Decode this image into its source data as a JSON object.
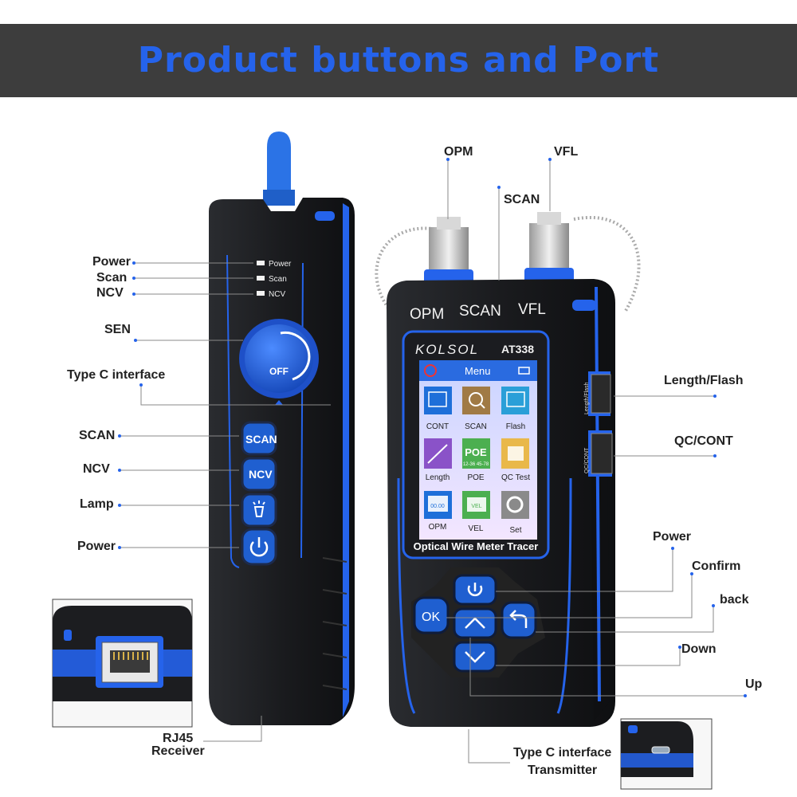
{
  "title": "Product buttons and Port",
  "receiver": {
    "leds": [
      "Power",
      "Scan",
      "NCV"
    ],
    "dial_label": "OFF",
    "buttons": {
      "scan": "SCAN",
      "ncv": "NCV"
    },
    "callouts": {
      "power_led": "Power",
      "scan_led": "Scan",
      "ncv_led": "NCV",
      "sen": "SEN",
      "type_c": "Type C interface",
      "scan_btn": "SCAN",
      "ncv_btn": "NCV",
      "lamp": "Lamp",
      "power_btn": "Power",
      "rj45_line1": "RJ45",
      "rj45_line2": "Receiver"
    }
  },
  "transmitter": {
    "top_ports": {
      "opm": "OPM",
      "scan": "SCAN",
      "vfl": "VFL"
    },
    "brand": "KOLSOL",
    "model": "AT338",
    "screen": {
      "title": "Menu",
      "apps": [
        {
          "label": "CONT",
          "icon": "cable-test-icon",
          "color": "#1e6fd9"
        },
        {
          "label": "SCAN",
          "icon": "search-icon",
          "color": "#a07a45"
        },
        {
          "label": "Flash",
          "icon": "port-flash-icon",
          "color": "#2a9fd8"
        },
        {
          "label": "Length",
          "icon": "ruler-icon",
          "color": "#8a52c8"
        },
        {
          "label": "POE",
          "icon": "poe-icon",
          "color": "#4caf50",
          "sub": "12-36  45-78"
        },
        {
          "label": "QC Test",
          "icon": "rj45-icon",
          "color": "#e9b84a"
        },
        {
          "label": "OPM",
          "icon": "power-meter-icon",
          "color": "#1e6fd9"
        },
        {
          "label": "VEL",
          "icon": "vfl-icon",
          "color": "#4caf50"
        },
        {
          "label": "Set",
          "icon": "gear-icon",
          "color": "#8a8a8a"
        }
      ],
      "poe_title": "POE",
      "opm_screen": "00.00",
      "vel_screen": "VEL"
    },
    "tagline": "Optical Wire Meter Tracer",
    "side_port_labels": [
      "Length/Flash",
      "QC/CONT"
    ],
    "buttons": {
      "ok": "OK"
    },
    "callouts": {
      "opm": "OPM",
      "vfl": "VFL",
      "scan": "SCAN",
      "length_flash": "Length/Flash",
      "qc_cont": "QC/CONT",
      "power": "Power",
      "confirm": "Confirm",
      "back": "back",
      "down": "Down",
      "up": "Up",
      "type_c_line1": "Type C interface",
      "type_c_line2": "Transmitter"
    }
  }
}
